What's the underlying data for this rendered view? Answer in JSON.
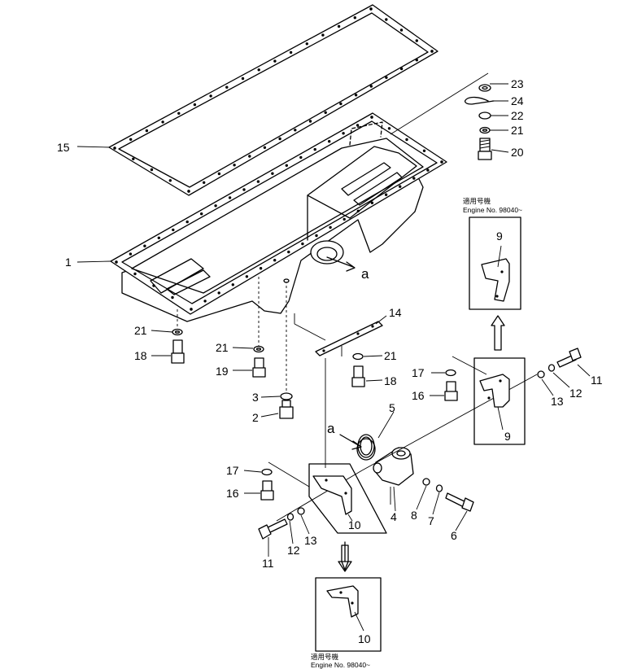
{
  "labels": {
    "p1": "1",
    "p2": "2",
    "p3": "3",
    "p4": "4",
    "p5": "5",
    "p6": "6",
    "p7": "7",
    "p8": "8",
    "p9a": "9",
    "p9b": "9",
    "p10a": "10",
    "p10b": "10",
    "p11a": "11",
    "p11b": "11",
    "p12a": "12",
    "p12b": "12",
    "p13a": "13",
    "p13b": "13",
    "p14": "14",
    "p15": "15",
    "p16a": "16",
    "p16b": "16",
    "p17a": "17",
    "p17b": "17",
    "p18a": "18",
    "p18b": "18",
    "p19": "19",
    "p20": "20",
    "p21a": "21",
    "p21b": "21",
    "p21c": "21",
    "p21d": "21",
    "p22": "22",
    "p23": "23",
    "p24": "24",
    "a1": "a",
    "a2": "a"
  },
  "notes": {
    "top_jp": "適用号機",
    "top_engine": "Engine No. 98040~",
    "bottom_jp": "適用号機",
    "bottom_engine": "Engine No. 98040~"
  }
}
